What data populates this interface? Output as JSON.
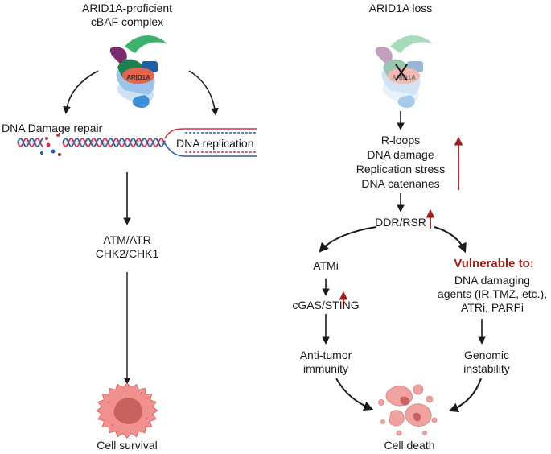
{
  "colors": {
    "accent_red": "#a01c1c",
    "arrow": "#1a1a1a",
    "cell": "#f0908f",
    "nucleus": "#c9615f",
    "dna_red": "#d1344a",
    "dna_blue": "#2a5fa8"
  },
  "left": {
    "title_line1": "ARID1A-proficient",
    "title_line2": "cBAF complex",
    "complex_label": "ARID1A",
    "repair": "DNA Damage repair",
    "replication": "DNA replication",
    "kinases_line1": "ATM/ATR",
    "kinases_line2": "CHK2/CHK1",
    "outcome": "Cell survival"
  },
  "right": {
    "title": "ARID1A loss",
    "complex_label": "ARID1A",
    "stress_lines": [
      "R-loops",
      "DNA damage",
      "Replication stress",
      "DNA catenanes"
    ],
    "ddr": "DDR/RSR",
    "atmi": "ATMi",
    "cgas": "cGAS/STING",
    "immunity_line1": "Anti-tumor",
    "immunity_line2": "immunity",
    "vulnerable": "Vulnerable to:",
    "agents_lines": [
      "DNA damaging",
      "agents (IR,TMZ, etc.),",
      "ATRi, PARPi"
    ],
    "instability_line1": "Genomic",
    "instability_line2": "instability",
    "outcome": "Cell death"
  }
}
